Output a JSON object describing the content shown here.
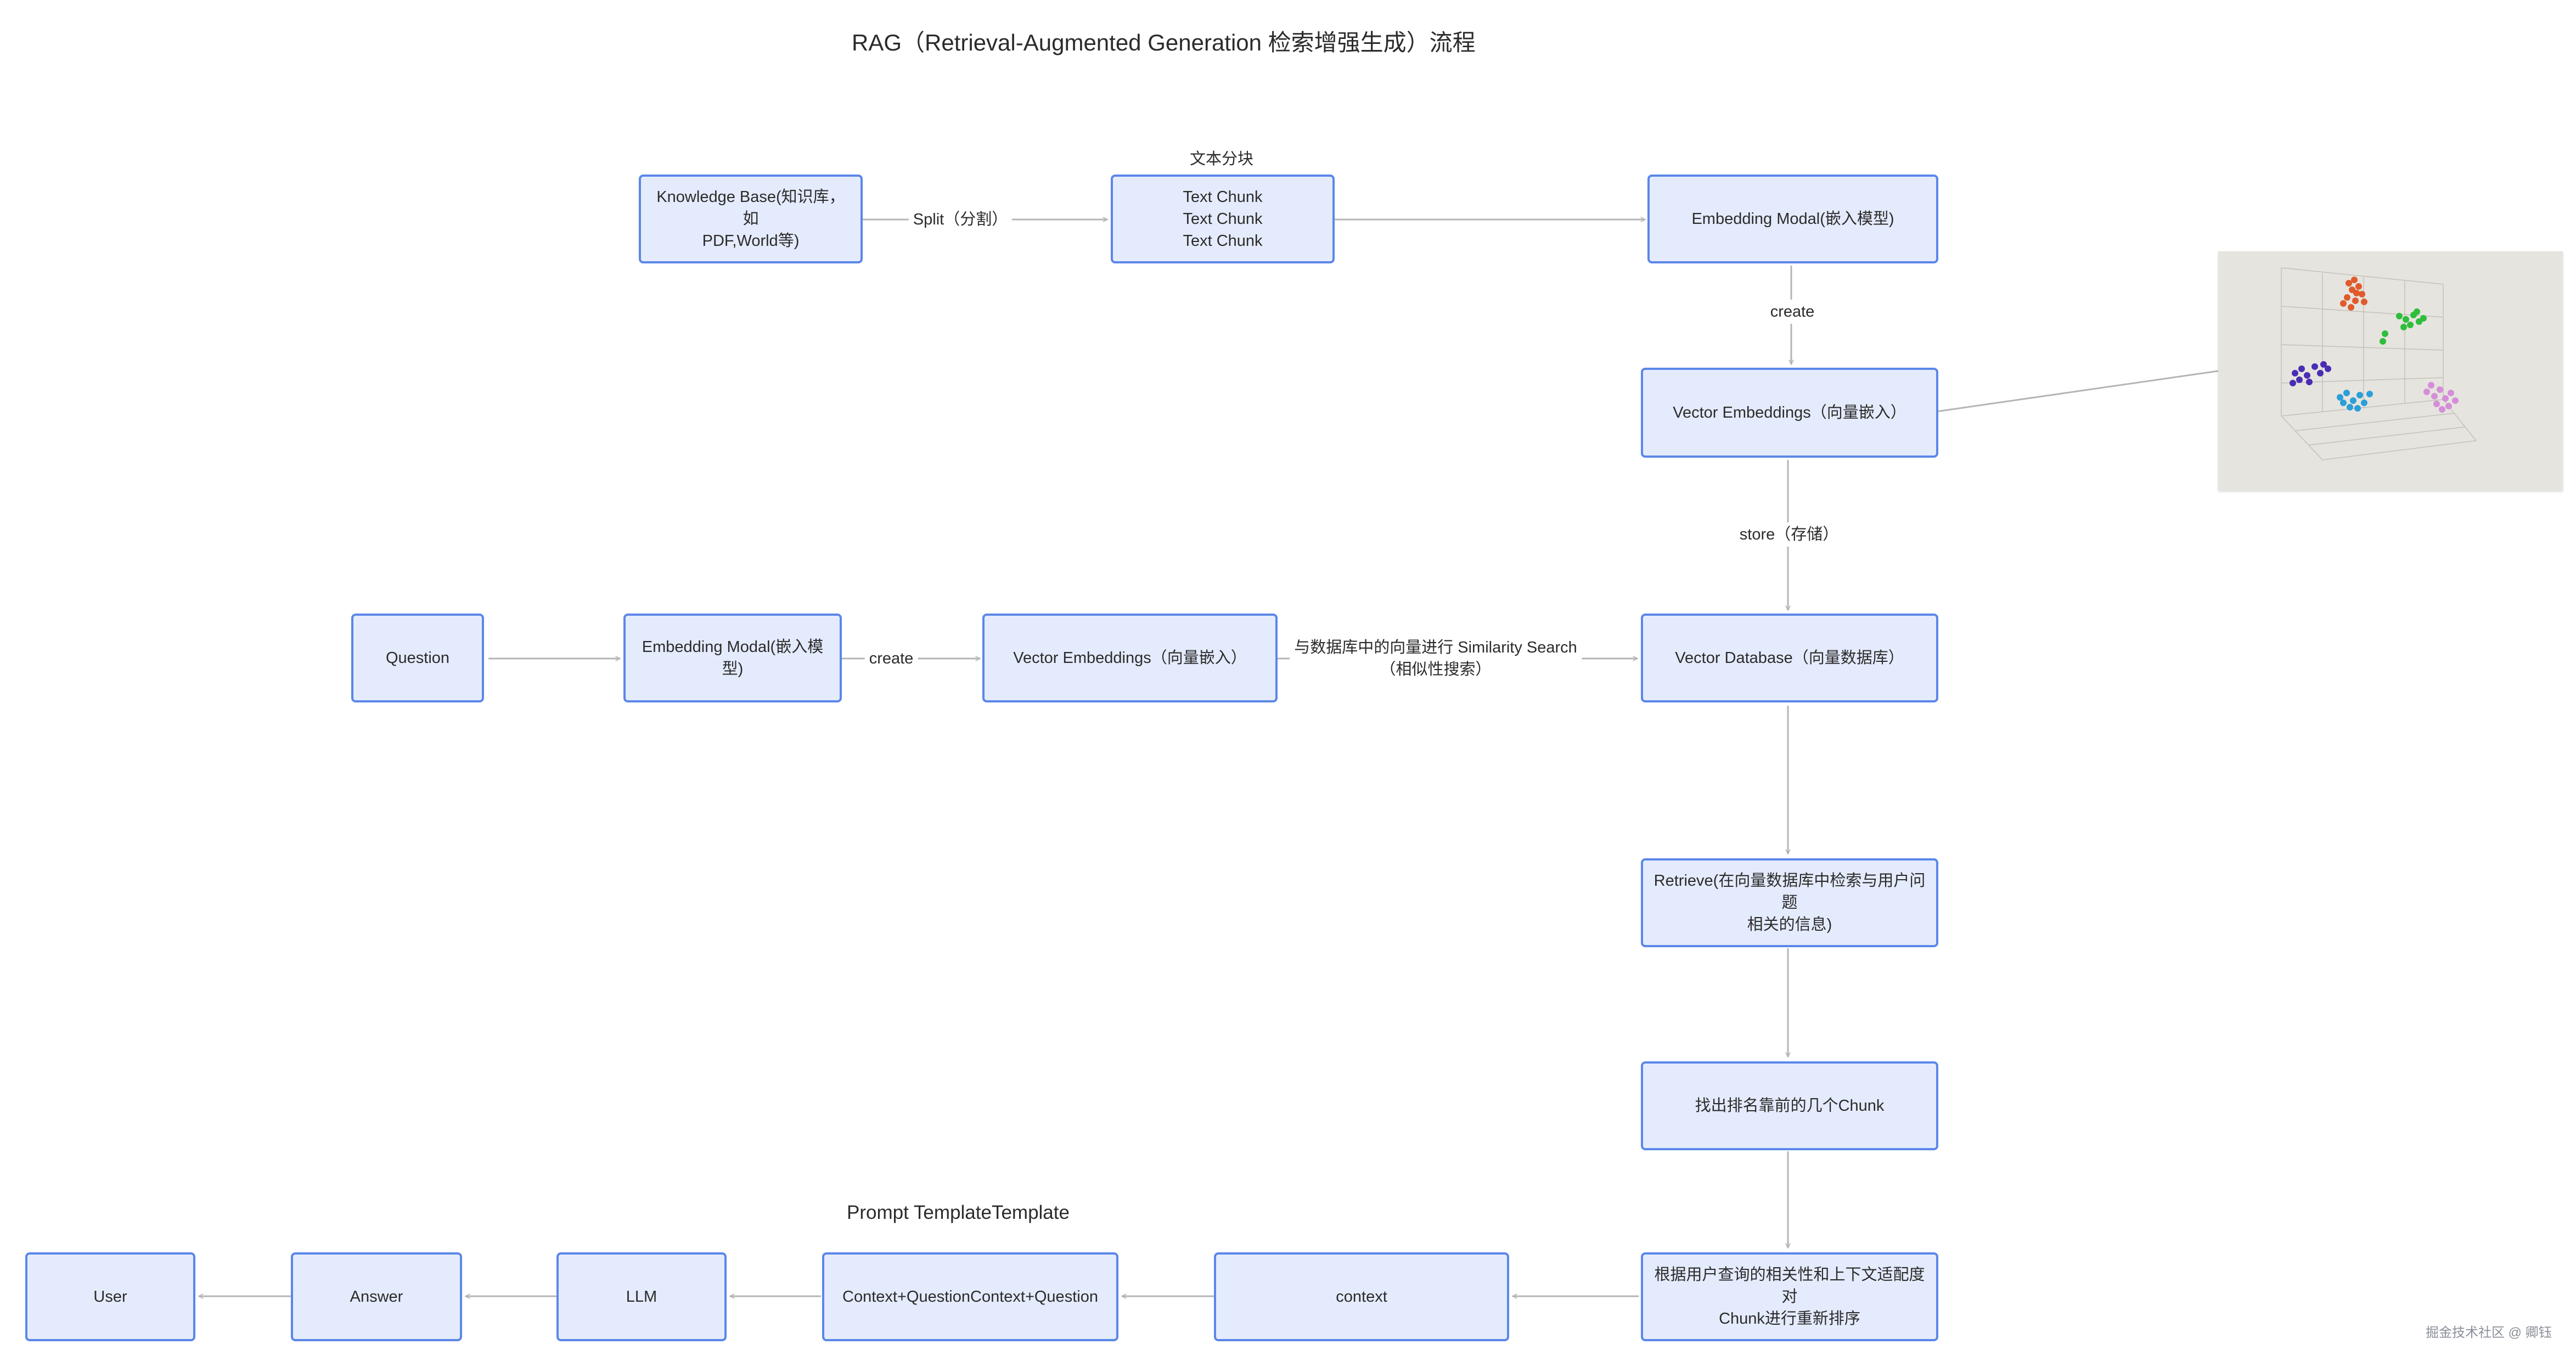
{
  "title": "RAG（Retrieval-Augmented Generation 检索增强生成）流程",
  "nodes": {
    "knowledge_base": "Knowledge Base(知识库，如\nPDF,World等)",
    "text_chunks": "Text Chunk\nText Chunk\nText Chunk",
    "embedding_model_top": "Embedding Modal(嵌入模型)",
    "vector_embeddings_top": "Vector Embeddings（向量嵌入）",
    "question": "Question",
    "embedding_model_mid": "Embedding Modal(嵌入模型)",
    "vector_embeddings_mid": "Vector Embeddings（向量嵌入）",
    "vector_database": "Vector Database（向量数据库）",
    "retrieve": "Retrieve(在向量数据库中检索与用户问题\n相关的信息)",
    "top_chunks": "找出排名靠前的几个Chunk",
    "rerank": "根据用户查询的相关性和上下文适配度对\nChunk进行重新排序",
    "context": "context",
    "context_question": "Context+QuestionContext+Question",
    "llm": "LLM",
    "answer": "Answer",
    "user": "User"
  },
  "edge_labels": {
    "split": "Split（分割）",
    "create_top": "create",
    "store": "store（存储）",
    "create_mid": "create",
    "similarity": "与数据库中的向量进行 Similarity Search\n（相似性搜索）"
  },
  "notes": {
    "text_chunking": "文本分块",
    "prompt_template": "Prompt TemplateTemplate"
  },
  "watermark": "掘金技术社区 @ 卿钰",
  "colors": {
    "node_fill": "#e4ebfc",
    "node_border": "#5b87e8",
    "edge": "#b5b5b5"
  }
}
